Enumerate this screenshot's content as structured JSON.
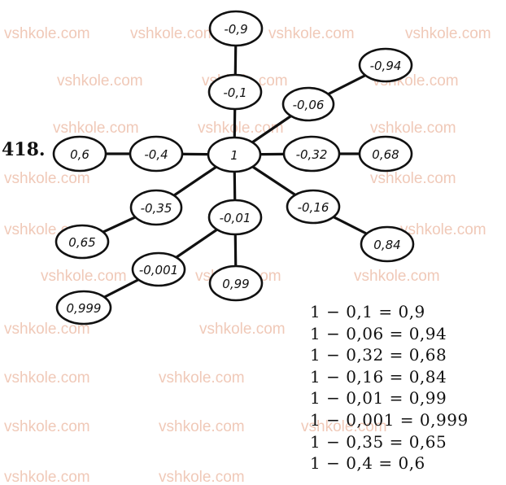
{
  "watermark": "vshkole.com",
  "task_number": "418.",
  "center": {
    "id": "center",
    "label": "1"
  },
  "branches": [
    {
      "id": "up",
      "subtract": "-0,1",
      "result": "-0,9"
    },
    {
      "id": "up-right",
      "subtract": "-0,06",
      "result": "-0,94"
    },
    {
      "id": "right",
      "subtract": "-0,32",
      "result": "0,68"
    },
    {
      "id": "down-right",
      "subtract": "-0,16",
      "result": "0,84"
    },
    {
      "id": "down",
      "subtract": "-0,01",
      "result": "0,99"
    },
    {
      "id": "down-left-a",
      "subtract": "-0,001",
      "result": "0,999"
    },
    {
      "id": "down-left",
      "subtract": "-0,35",
      "result": "0,65"
    },
    {
      "id": "left",
      "subtract": "-0,4",
      "result": "0,6"
    }
  ],
  "equations": [
    "1 − 0,1 = 0,9",
    "1 − 0,06 = 0,94",
    "1 − 0,32 = 0,68",
    "1 − 0,16 = 0,84",
    "1 − 0,01 = 0,99",
    "1 − 0,001 = 0,999",
    "1 − 0,35 = 0,65",
    "1 − 0,4 = 0,6"
  ]
}
